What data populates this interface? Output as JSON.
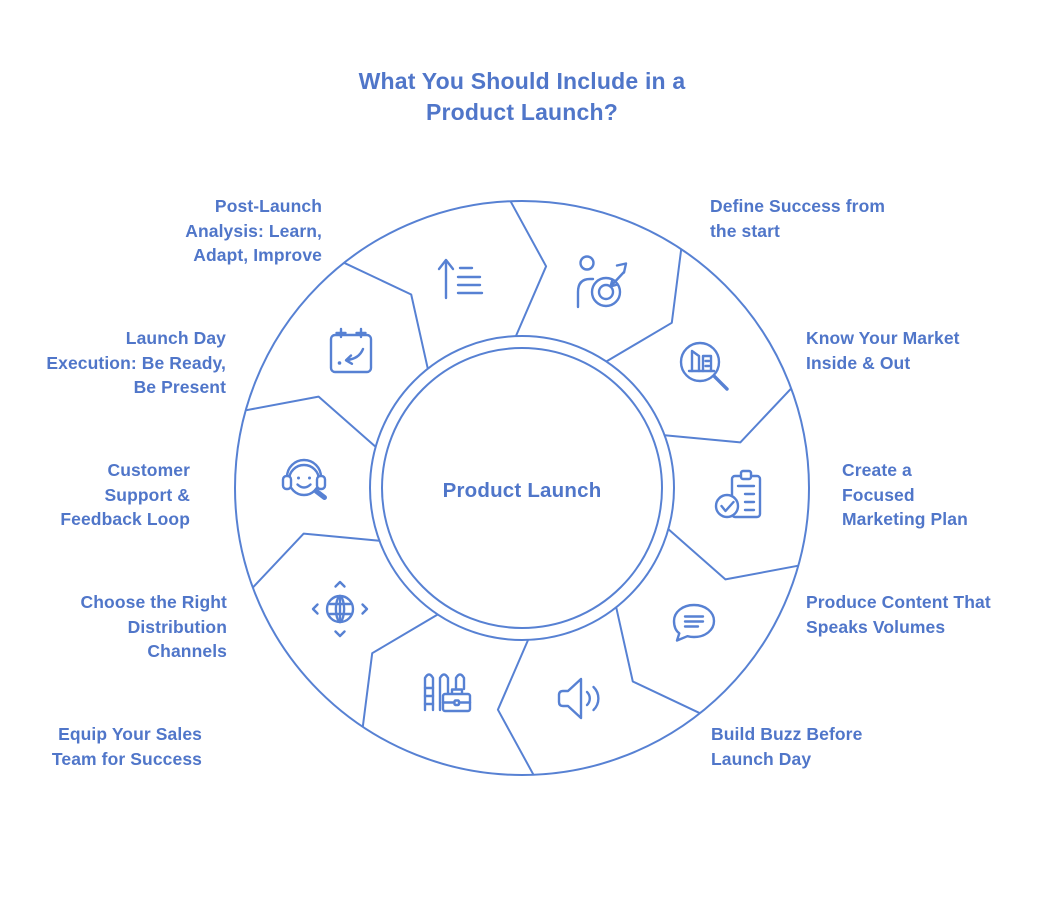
{
  "title": "What You Should Include in a\nProduct Launch?",
  "center": {
    "label": "Product Launch"
  },
  "colors": {
    "text_blue": "#5076C9",
    "line_blue": "#5781D3",
    "background": "#ffffff"
  },
  "segments": [
    {
      "id": "define-success",
      "label": "Define Success from\nthe start",
      "icon": "person-target-icon"
    },
    {
      "id": "know-market",
      "label": "Know Your Market\nInside & Out",
      "icon": "market-research-icon"
    },
    {
      "id": "marketing-plan",
      "label": "Create a\nFocused\nMarketing Plan",
      "icon": "clipboard-check-icon"
    },
    {
      "id": "produce-content",
      "label": "Produce Content That\nSpeaks Volumes",
      "icon": "speech-bubble-icon"
    },
    {
      "id": "build-buzz",
      "label": "Build Buzz Before\nLaunch Day",
      "icon": "speaker-icon"
    },
    {
      "id": "equip-sales",
      "label": "Equip Your Sales\nTeam for Success",
      "icon": "ladder-briefcase-icon"
    },
    {
      "id": "distribution",
      "label": "Choose the Right\nDistribution\nChannels",
      "icon": "globe-arrows-icon"
    },
    {
      "id": "customer-support",
      "label": "Customer\nSupport &\nFeedback Loop",
      "icon": "headset-magnifier-icon"
    },
    {
      "id": "launch-day",
      "label": "Launch Day\nExecution: Be Ready,\nBe Present",
      "icon": "calendar-arrow-icon"
    },
    {
      "id": "post-launch",
      "label": "Post-Launch\nAnalysis: Learn,\nAdapt, Improve",
      "icon": "growth-arrow-icon"
    }
  ]
}
